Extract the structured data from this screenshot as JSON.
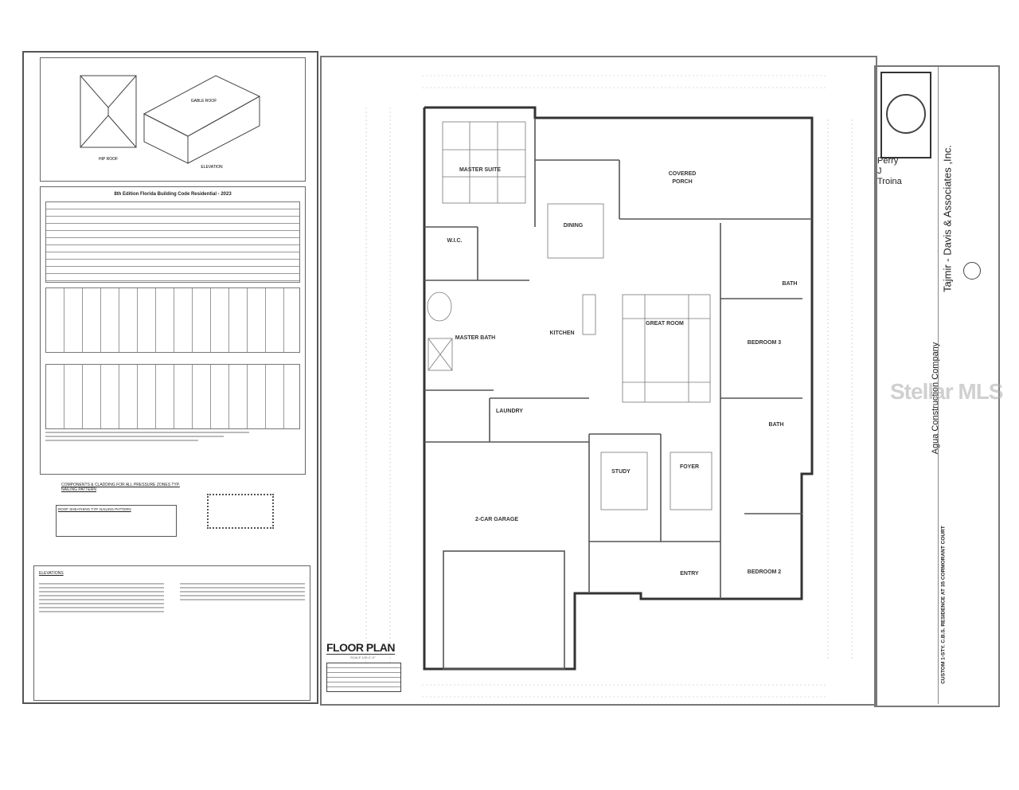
{
  "left_panel": {
    "roof_diagrams": {
      "hip_label": "HIP ROOF",
      "gable_label": "GABLE ROOF",
      "elevation_label": "ELEVATION"
    },
    "code_title": "8th Edition Florida Building Code Residential - 2023",
    "components_title": "COMPONENTS & CLADDING FOR ALL PRESSURE ZONES TYP. NAILING PATTERN",
    "roof_sheathing_title": "ROOF SHEATHING TYP. NAILING PATTERN",
    "notes_title": "ELEVATIONS"
  },
  "floor_plan": {
    "title": "FLOOR PLAN",
    "scale": "SCALE 1/4\"=1'-0\"",
    "rooms": {
      "master_suite": "MASTER SUITE",
      "wic": "W.I.C.",
      "master_bath": "MASTER BATH",
      "dining": "DINING",
      "kitchen": "KITCHEN",
      "great_room": "GREAT ROOM",
      "covered_porch_1": "COVERED",
      "covered_porch_2": "PORCH",
      "bedroom3": "BEDROOM 3",
      "bath": "BATH",
      "bath2": "BATH",
      "laundry": "LAUNDRY",
      "study": "STUDY",
      "foyer": "FOYER",
      "entry": "ENTRY",
      "garage": "2-CAR GARAGE",
      "bedroom2": "BEDROOM 2"
    }
  },
  "title_block": {
    "engineer_name": "Perry J Troina",
    "firm": "Tajmir - Davis & Associates ,Inc.",
    "contractor": "Agua Construction Company",
    "project": "CUSTOM 1-STY. C.B.S. RESIDENCE AT 35 CORMORANT COURT"
  },
  "watermark": "Stellar MLS"
}
